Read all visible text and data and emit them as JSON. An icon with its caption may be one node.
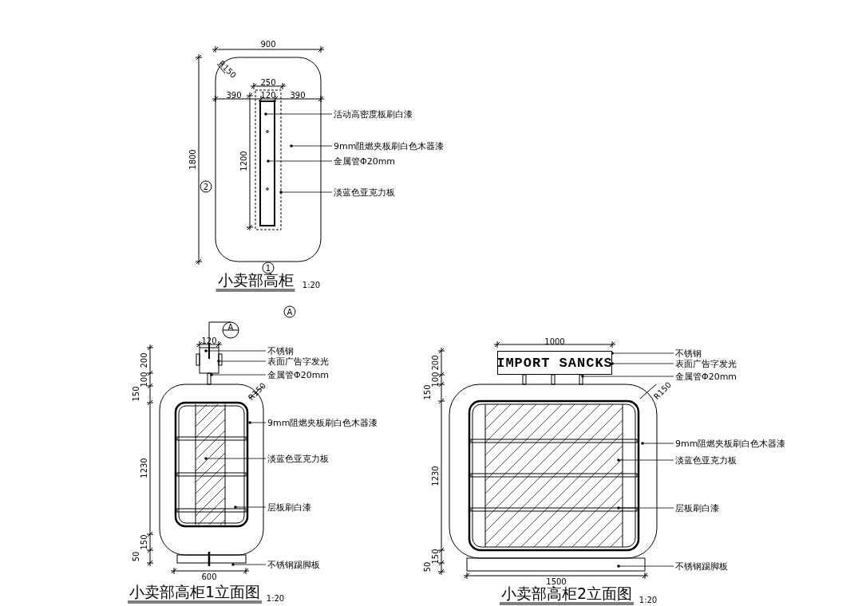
{
  "diagram": {
    "nodes": [
      {
        "text": [
          "活动高密度板刷白漆"
        ]
      },
      {
        "text": [
          "9mm阻燃夹板刷白色木器漆"
        ]
      },
      {
        "text": [
          "金属管Φ20mm"
        ]
      },
      {
        "text": [
          "淡蓝色亚克力板"
        ]
      },
      {
        "text": [
          "不锈钢"
        ]
      },
      {
        "text": [
          "表面广告字发光"
        ]
      },
      {
        "text": [
          "金属管Φ20mm"
        ]
      },
      {
        "text": [
          "9mm阻燃夹板刷白色木器漆"
        ]
      },
      {
        "text": [
          "淡蓝色亚克力板"
        ]
      },
      {
        "text": [
          "层板刷白漆"
        ]
      },
      {
        "text": [
          "不锈钢踢脚板"
        ]
      },
      {
        "text": [
          "IMPORT SANCKS"
        ]
      },
      {
        "text": [
          "不锈钢"
        ]
      },
      {
        "text": [
          "表面广告字发光"
        ]
      },
      {
        "text": [
          "金属管Φ20mm"
        ]
      },
      {
        "text": [
          "9mm阻燃夹板刷白色木器漆"
        ]
      },
      {
        "text": [
          "淡蓝色亚克力板"
        ]
      },
      {
        "text": [
          "层板刷白漆"
        ]
      },
      {
        "text": [
          "不锈钢踢脚板"
        ]
      },
      {
        "text": [],
        "shape": "picture",
        "beside": [
          "小卖部高柜"
        ]
      },
      {
        "text": [],
        "shape": "picture",
        "beside": [
          "小卖部高柜1立面图"
        ]
      },
      {
        "text": [],
        "shape": "picture",
        "beside": [
          "小卖部高柜2立面图"
        ]
      }
    ],
    "edges": [
      {
        "from": 0,
        "to": 19,
        "arrow": "other"
      },
      {
        "from": 1,
        "to": 19,
        "arrow": "other"
      },
      {
        "from": 2,
        "to": 19,
        "arrow": "other"
      },
      {
        "from": 3,
        "to": 19,
        "arrow": "other"
      },
      {
        "from": 4,
        "to": 20,
        "arrow": "other"
      },
      {
        "from": 5,
        "to": 20,
        "arrow": "other"
      },
      {
        "from": 6,
        "to": 20,
        "arrow": "other"
      },
      {
        "from": 7,
        "to": 20,
        "arrow": "other"
      },
      {
        "from": 8,
        "to": 20,
        "arrow": "other"
      },
      {
        "from": 9,
        "to": 20,
        "arrow": "other"
      },
      {
        "from": 10,
        "to": 20,
        "arrow": "other"
      },
      {
        "from": 12,
        "to": 11,
        "arrow": "other"
      },
      {
        "from": 13,
        "to": 11,
        "arrow": "other"
      },
      {
        "from": 14,
        "to": 21,
        "arrow": "other"
      },
      {
        "from": 15,
        "to": 21,
        "arrow": "other"
      },
      {
        "from": 16,
        "to": 21,
        "arrow": "other"
      },
      {
        "from": 17,
        "to": 21,
        "arrow": "other"
      },
      {
        "from": 18,
        "to": 21,
        "arrow": "other"
      }
    ],
    "labels": [
      "900",
      "R150",
      "250",
      "390",
      "120",
      "390",
      "1200",
      "1800",
      "2",
      "1",
      "1:20",
      "A",
      "A",
      "120",
      "200",
      "100",
      "150",
      "1230",
      "150",
      "50",
      "R150",
      "600",
      "1:20",
      "1000",
      "200",
      "100",
      "150",
      "1230",
      "150",
      "50",
      "R150",
      "1500",
      "1:20"
    ]
  }
}
